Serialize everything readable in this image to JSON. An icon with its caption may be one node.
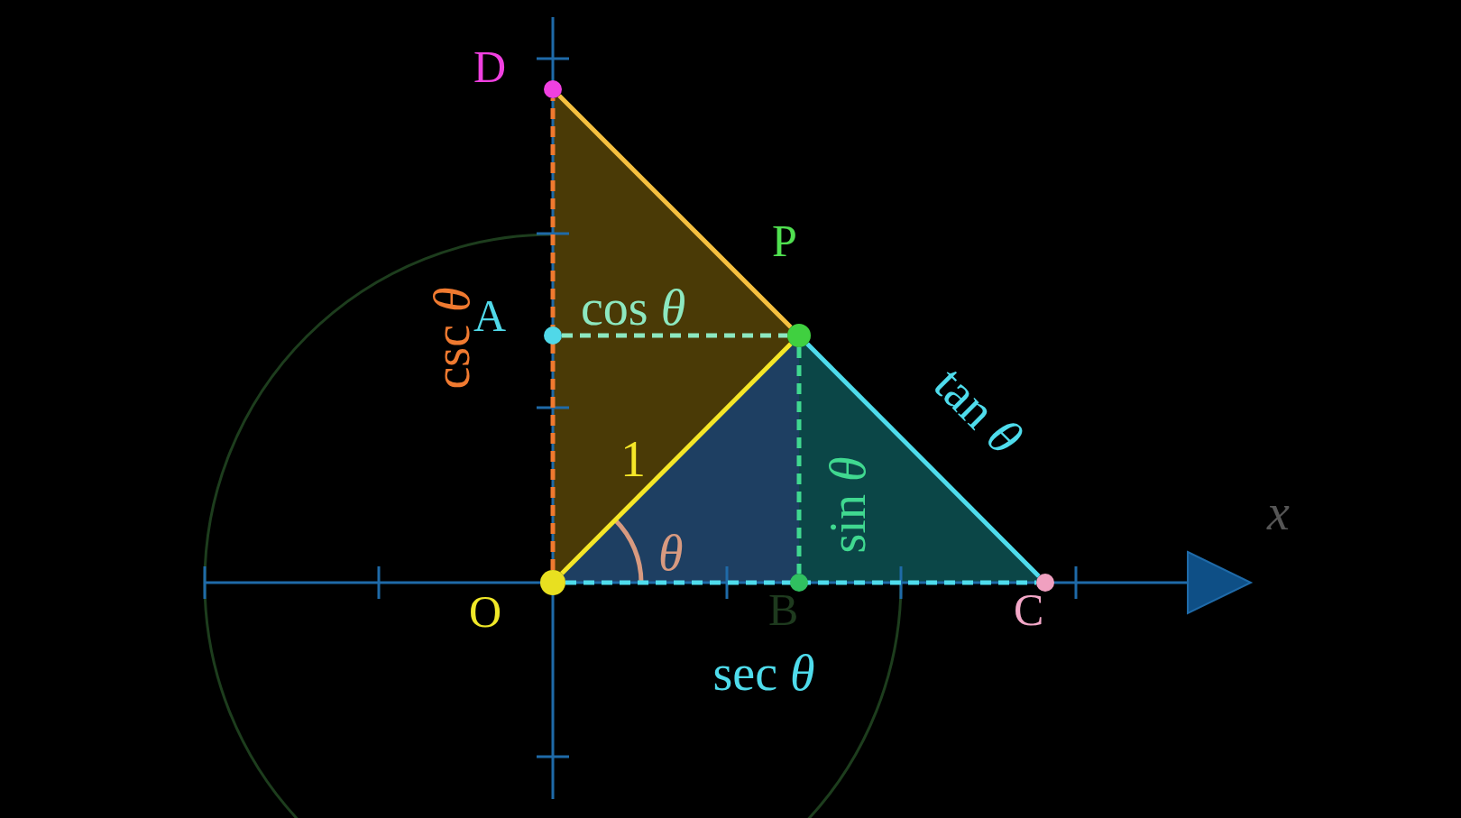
{
  "diagram": {
    "nodes": [
      {
        "text": [
          "D"
        ]
      },
      {
        "text": [
          "P"
        ]
      },
      {
        "text": [
          "A"
        ]
      },
      {
        "text": [
          "O"
        ]
      },
      {
        "text": [
          "B"
        ]
      },
      {
        "text": [
          "C"
        ]
      }
    ],
    "edges": [
      {
        "from": 3,
        "to": 1,
        "arrow": "none",
        "label": "1",
        "color": "#f5e628"
      },
      {
        "from": 0,
        "to": 1,
        "arrow": "none",
        "color": "#f5c040"
      },
      {
        "from": 1,
        "to": 5,
        "arrow": "none",
        "label": "tan *θ*",
        "color": "#4fdcec"
      },
      {
        "from": 2,
        "to": 1,
        "arrow": "none",
        "label": "cos *θ*",
        "style": "dashed",
        "color": "#8de8c0"
      },
      {
        "from": 1,
        "to": 4,
        "arrow": "none",
        "label": "sin *θ*",
        "style": "dashed",
        "color": "#40d890"
      },
      {
        "from": 3,
        "to": 5,
        "arrow": "none",
        "label": "sec *θ*",
        "style": "dashed",
        "color": "#4fdcec"
      },
      {
        "from": 3,
        "to": 0,
        "arrow": "none",
        "label": "csc *θ*",
        "style": "dashed",
        "color": "#f07a30"
      }
    ],
    "labels": [
      "θ",
      "x"
    ]
  }
}
